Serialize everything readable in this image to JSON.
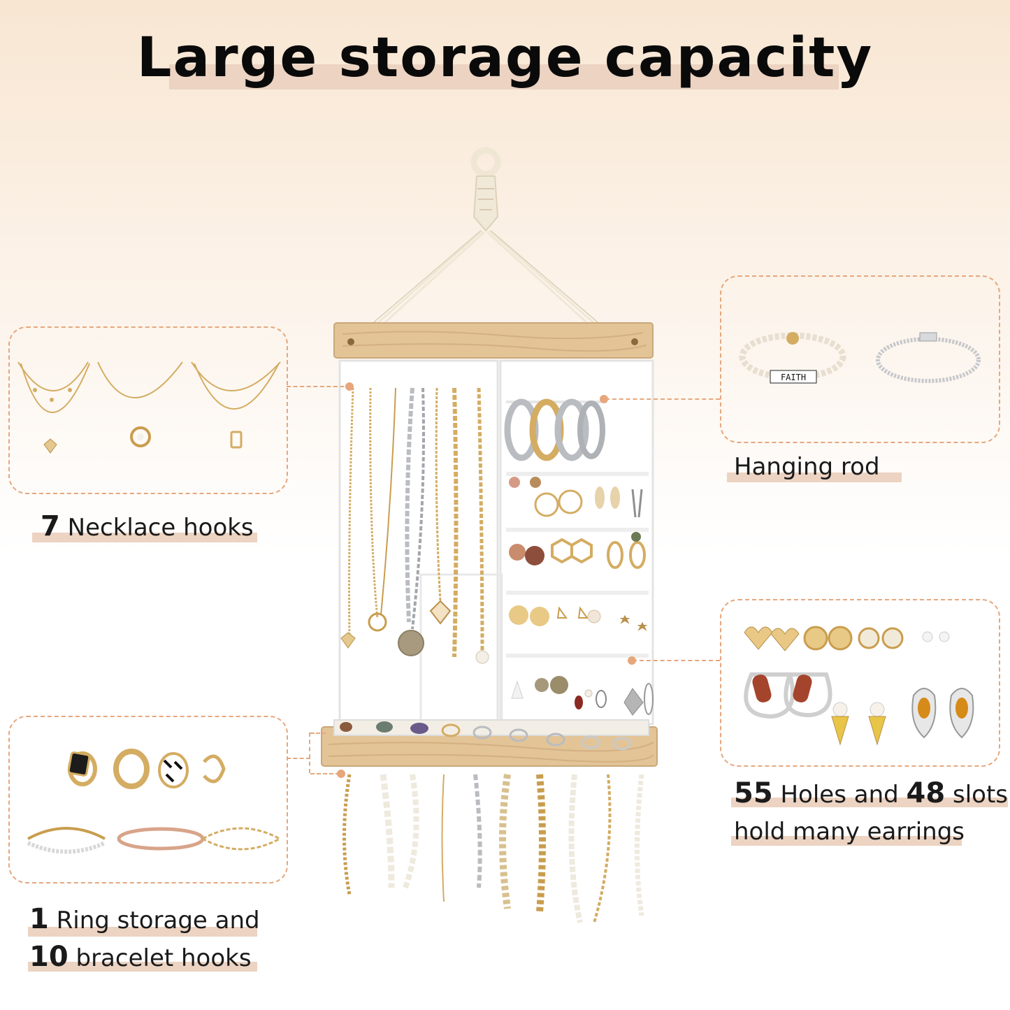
{
  "title": "Large storage capacity",
  "callouts": {
    "necklace": {
      "num": "7",
      "text": "Necklace hooks"
    },
    "hanging": {
      "text": "Hanging rod"
    },
    "earrings": {
      "num1": "55",
      "text1": "Holes and",
      "num2": "48",
      "text2": "slots",
      "line2": "hold many earrings"
    },
    "rings": {
      "num1": "1",
      "text1": "Ring storage and",
      "num2": "10",
      "text2": "bracelet hooks"
    }
  },
  "bracelet_letters": "FAITH",
  "colors": {
    "accent_dashed": "#e6a77c",
    "highlight": "#ecd3c2",
    "wood": "#e2c497",
    "gold": "#d4ac62",
    "silver": "#b9bcc0"
  },
  "icons": [
    "necklace-icon",
    "bracelet-icon",
    "earring-icon",
    "ring-icon",
    "macrame-hanger-icon"
  ]
}
